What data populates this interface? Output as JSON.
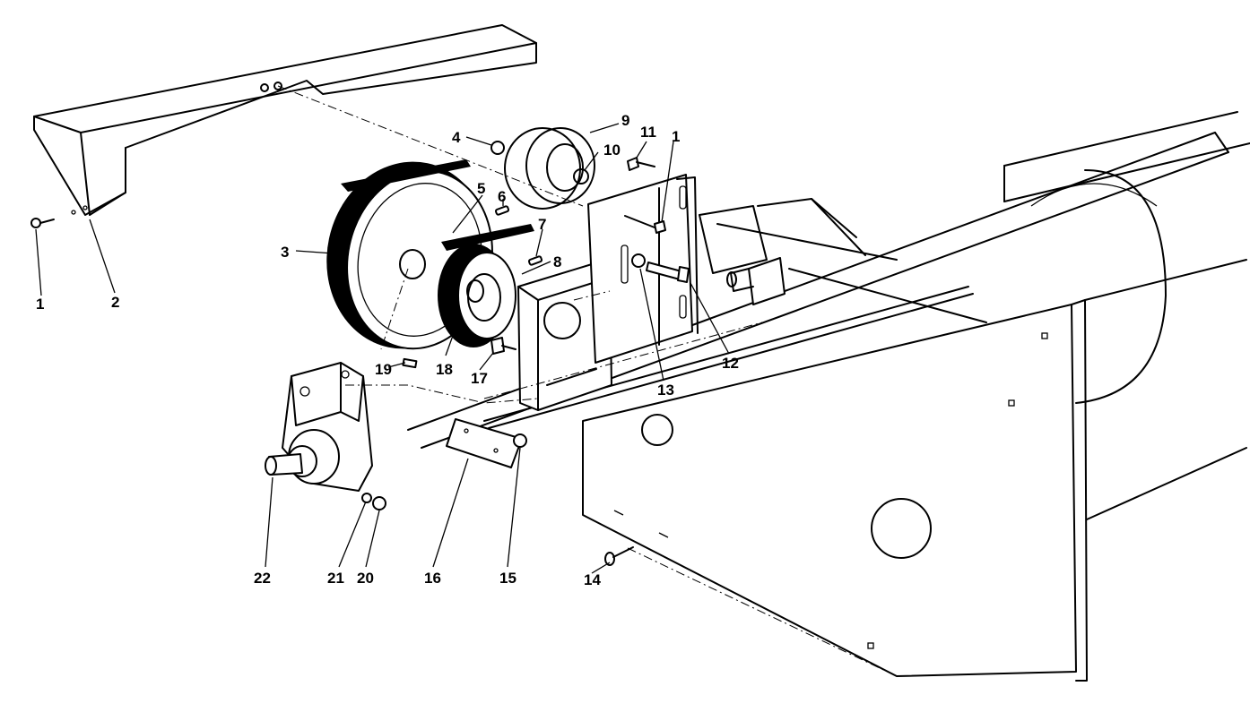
{
  "colors": {
    "ink": "#000000",
    "paper": "#ffffff"
  },
  "callouts": {
    "c1": "1",
    "c1b": "1",
    "c2": "2",
    "c3": "3",
    "c4": "4",
    "c5": "5",
    "c6": "6",
    "c7": "7",
    "c8": "8",
    "c9": "9",
    "c10": "10",
    "c11": "11",
    "c12": "12",
    "c13": "13",
    "c14": "14",
    "c15": "15",
    "c16": "16",
    "c17": "17",
    "c18": "18",
    "c19": "19",
    "c20": "20",
    "c21": "21",
    "c22": "22"
  }
}
